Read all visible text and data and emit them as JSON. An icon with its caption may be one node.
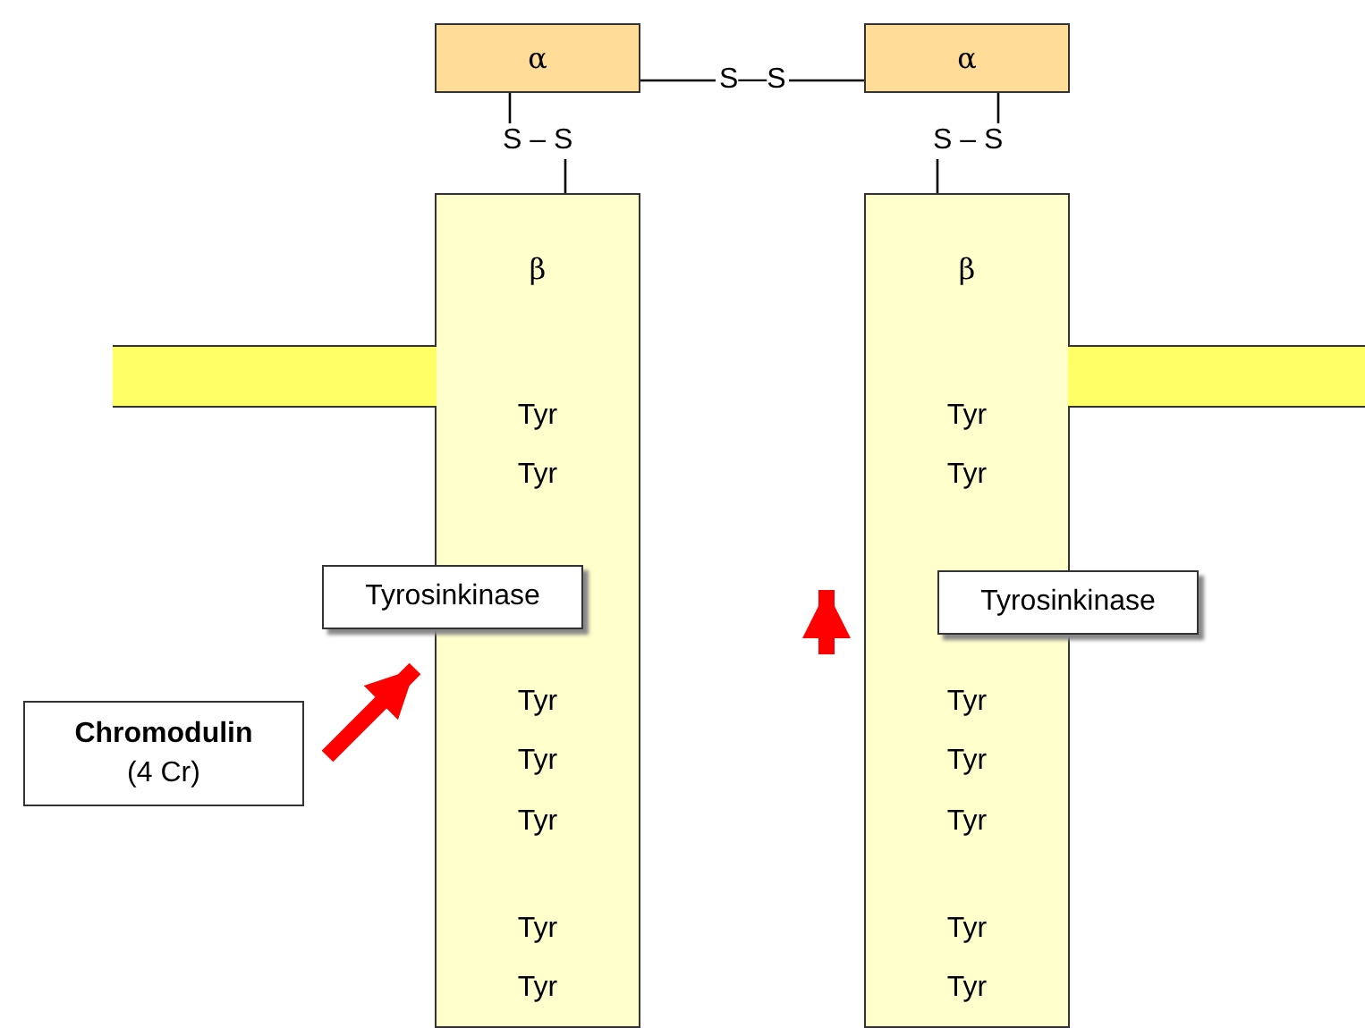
{
  "diagram": {
    "nodes": [
      {
        "text": [
          "α"
        ]
      },
      {
        "text": [
          "α"
        ]
      },
      {
        "text": [
          "β",
          "Tyr",
          "Tyr",
          "Tyr",
          "Tyr",
          "Tyr",
          "Tyr",
          "Tyr"
        ]
      },
      {
        "text": [
          "β",
          "Tyr",
          "Tyr",
          "Tyr",
          "Tyr",
          "Tyr",
          "Tyr",
          "Tyr"
        ]
      },
      {
        "text": [
          "Tyrosinkinase"
        ]
      },
      {
        "text": [
          "Tyrosinkinase"
        ]
      },
      {
        "text": [
          "Chromodulin",
          "(4 Cr)"
        ]
      },
      {
        "text": [],
        "shape": "bar"
      },
      {
        "text": [],
        "shape": "bar"
      }
    ],
    "edges": [
      {
        "from": 0,
        "to": 1,
        "arrow": "none",
        "label": "S—S"
      },
      {
        "from": 0,
        "to": 2,
        "arrow": "none",
        "label": "S – S"
      },
      {
        "from": 1,
        "to": 3,
        "arrow": "none",
        "label": "S – S"
      },
      {
        "from": 6,
        "to": 2,
        "arrow": "to",
        "style": "thick",
        "color": "#ff0000"
      }
    ]
  }
}
